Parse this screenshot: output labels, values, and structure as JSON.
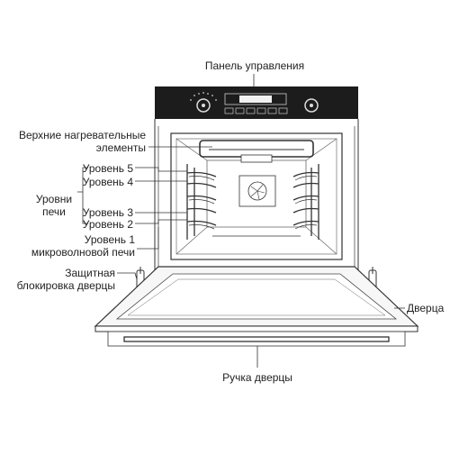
{
  "labels": {
    "control_panel": "Панель управления",
    "upper_heating_line1": "Верхние нагревательные",
    "upper_heating_line2": "элементы",
    "level5": "Уровень 5",
    "level4": "Уровень 4",
    "levels_line1": "Уровни",
    "levels_line2": "печи",
    "level3": "Уровень 3",
    "level2": "Уровень 2",
    "level1_line1": "Уровень 1",
    "level1_line2": "микроволновой печи",
    "safety_line1": "Защитная",
    "safety_line2": "блокировка дверцы",
    "door": "Дверца",
    "door_handle": "Ручка дверцы"
  },
  "colors": {
    "panel": "#1c1c1c",
    "line": "#333333",
    "display": "#f2f2f2",
    "door_fill": "#f7f7f7"
  }
}
